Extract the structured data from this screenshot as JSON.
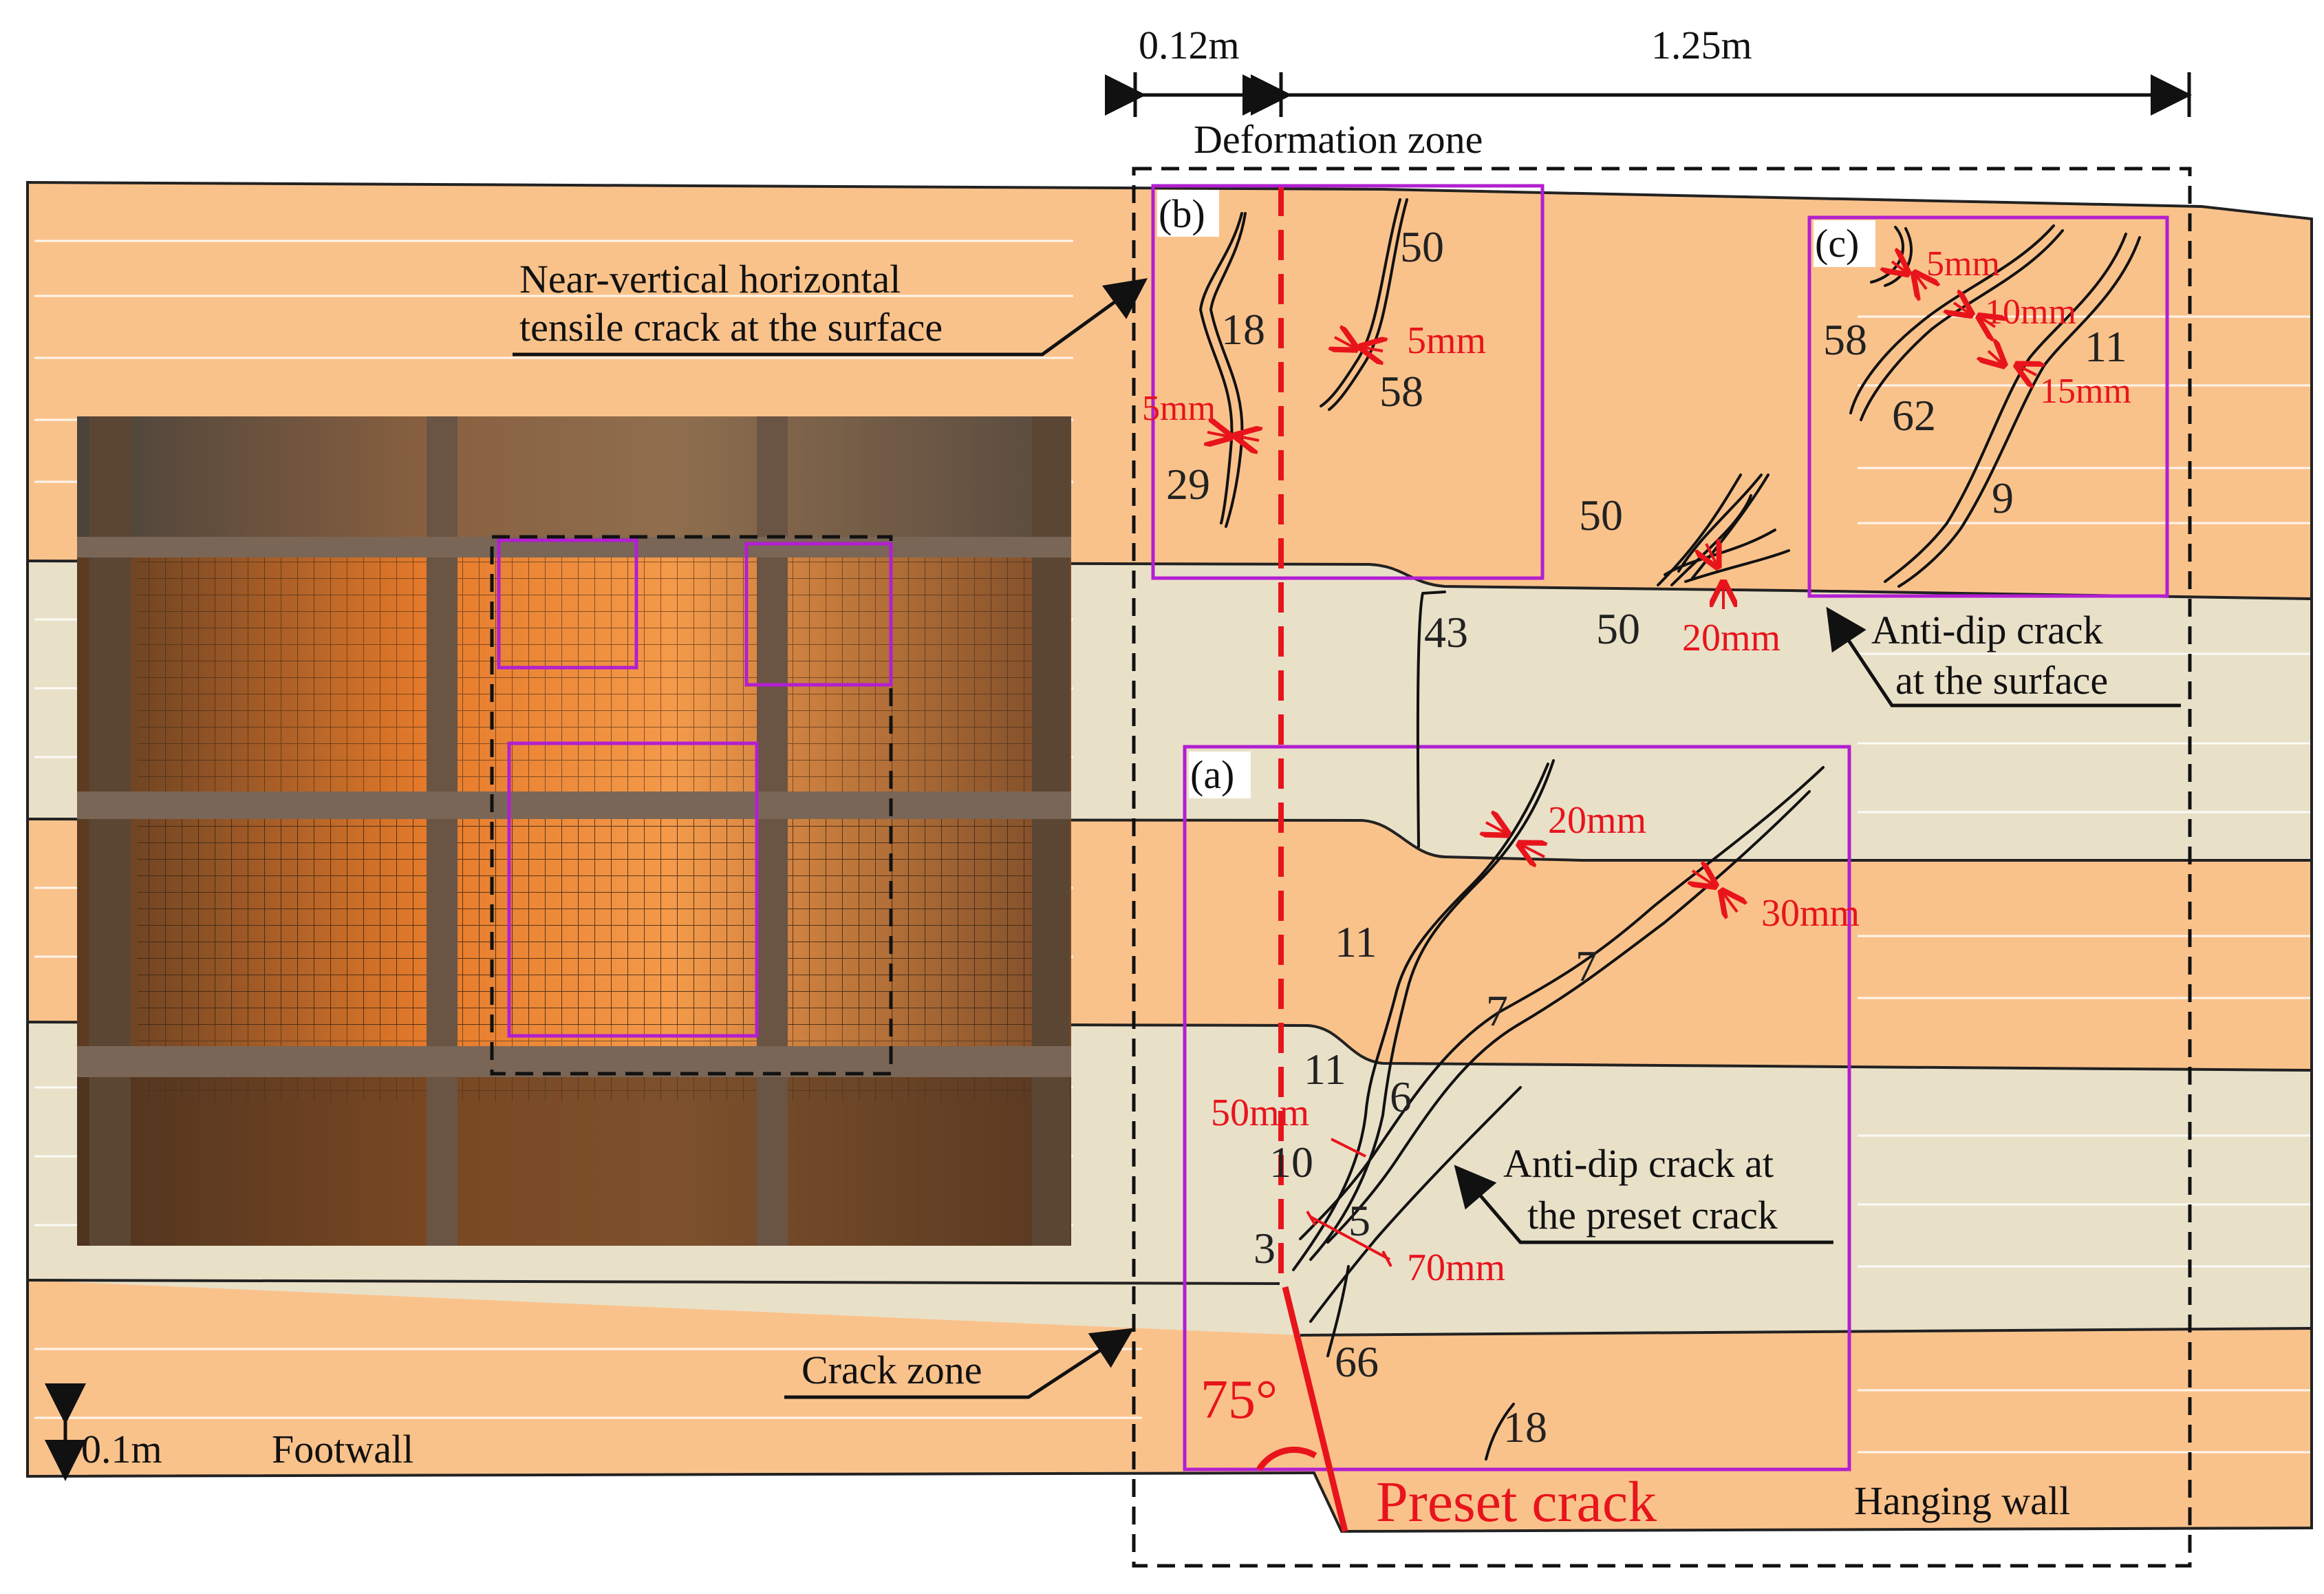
{
  "colors": {
    "orange_layer": "#fac28b",
    "beige_layer": "#e9e0c8",
    "frame_purple": "#b21fd0",
    "red_marks": "#e8141c",
    "line_black": "#111111"
  },
  "dimensions": {
    "width_left": "0.12m",
    "width_right": "1.25m",
    "deformation_zone": "Deformation zone"
  },
  "labels": {
    "near_vertical_line1": "Near-vertical horizontal",
    "near_vertical_line2": "tensile crack at the surface",
    "anti_dip_surface_line1": "Anti-dip crack",
    "anti_dip_surface_line2": "at the surface",
    "anti_dip_preset_line1": "Anti-dip crack at",
    "anti_dip_preset_line2": "the preset crack",
    "crack_zone": "Crack zone",
    "scale": "0.1m",
    "footwall": "Footwall",
    "hanging_wall": "Hanging wall",
    "preset_crack": "Preset crack",
    "angle": "75°",
    "panel_a": "(a)",
    "panel_b": "(b)",
    "panel_c": "(c)"
  },
  "crack_numbers": {
    "b_18": "18",
    "b_29": "29",
    "b_50": "50",
    "b_58": "58",
    "c_58": "58",
    "c_62": "62",
    "c_11": "11",
    "c_9": "9",
    "mid_50_upper": "50",
    "mid_50_lower": "50",
    "mid_43": "43",
    "a_11_upper": "11",
    "a_11_lower": "11",
    "a_7_left": "7",
    "a_7_right": "7",
    "a_6": "6",
    "a_10": "10",
    "a_5": "5",
    "a_3": "3",
    "a_66": "66",
    "a_18": "18"
  },
  "widths": {
    "b_5mm_left": "5mm",
    "b_5mm_right": "5mm",
    "c_5mm": "5mm",
    "c_10mm": "10mm",
    "c_15mm": "15mm",
    "mid_20mm": "20mm",
    "a_20mm": "20mm",
    "a_30mm": "30mm",
    "a_50mm": "50mm",
    "a_70mm": "70mm"
  }
}
